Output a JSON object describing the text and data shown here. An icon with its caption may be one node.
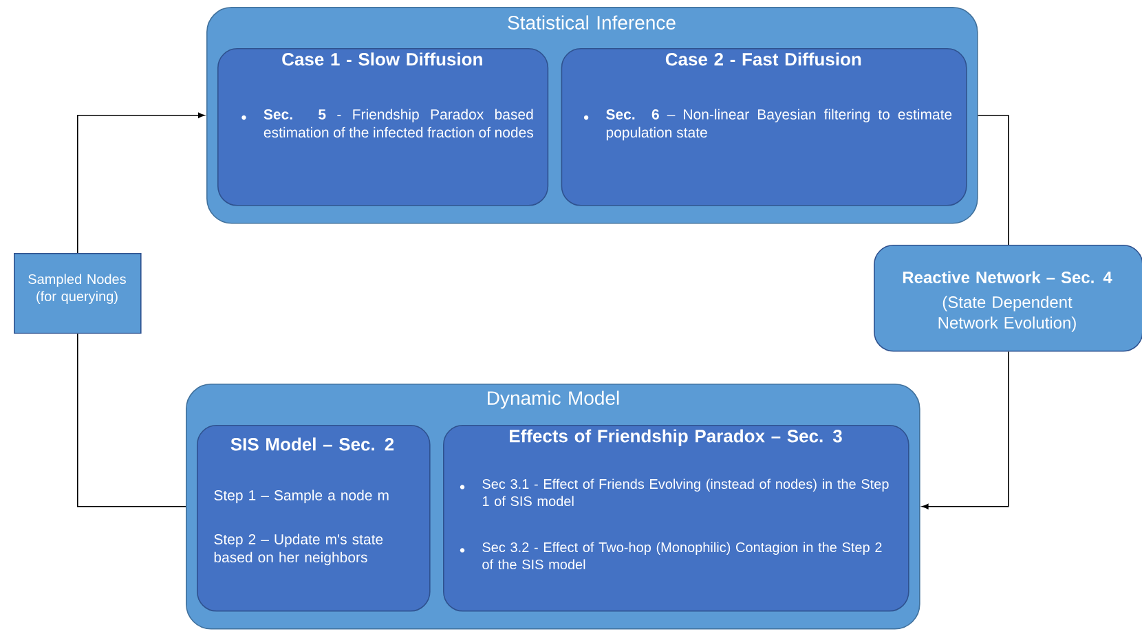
{
  "diagram": {
    "nodes": [
      {
        "text": [
          "Statistical Inference"
        ]
      },
      {
        "text": [
          "Case 1 - Slow Diffusion",
          "**Sec. 5** - Friendship Paradox based estimation of the infected fraction of nodes"
        ],
        "in": 0
      },
      {
        "text": [
          "Case 2 - Fast Diffusion",
          "**Sec. 6** – Non-linear Bayesian filtering to estimate population state"
        ],
        "in": 0
      },
      {
        "text": [
          "Sampled Nodes (for querying)"
        ]
      },
      {
        "text": [
          "Reactive Network – Sec. 4",
          "(State Dependent Network Evolution)"
        ]
      },
      {
        "text": [
          "Dynamic Model"
        ]
      },
      {
        "text": [
          "SIS Model – Sec. 2",
          "Step 1 – Sample a node m",
          "Step 2 – Update m's state based on her neighbors"
        ],
        "in": 5
      },
      {
        "text": [
          "Effects of Friendship Paradox – Sec. 3",
          "Sec 3.1 - Effect of Friends Evolving (instead of nodes) in the Step 1 of SIS model",
          "Sec 3.2 - Effect of Two-hop (Monophilic) Contagion in the Step 2 of the SIS model"
        ],
        "in": 5
      }
    ],
    "edges": [
      {
        "from": 5,
        "to": 3,
        "arrow": "none"
      },
      {
        "from": 3,
        "to": 0,
        "arrow": "to"
      },
      {
        "from": 0,
        "to": 4,
        "arrow": "none"
      },
      {
        "from": 4,
        "to": 5,
        "arrow": "to"
      }
    ]
  }
}
